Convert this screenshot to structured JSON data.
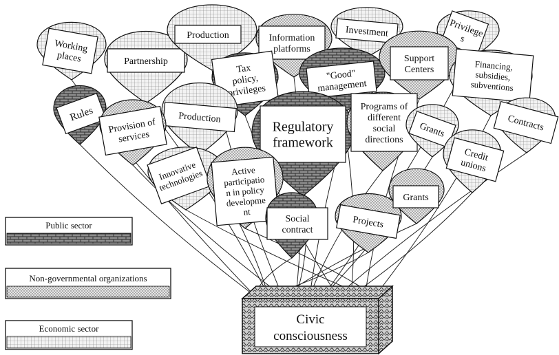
{
  "diagram": {
    "base_label": [
      "Civic",
      "consciousness"
    ],
    "legend": [
      {
        "label": "Public sector",
        "pattern": "brick"
      },
      {
        "label": "Non-governmental organizations",
        "pattern": "dots"
      },
      {
        "label": "Economic sector",
        "pattern": "grid"
      }
    ],
    "balloons": [
      {
        "id": "working-places",
        "lines": [
          "Working",
          "places"
        ],
        "pattern": "grid"
      },
      {
        "id": "partnership",
        "lines": [
          "Partnership"
        ],
        "pattern": "grid"
      },
      {
        "id": "production-top",
        "lines": [
          "Production"
        ],
        "pattern": "grid"
      },
      {
        "id": "information-platforms",
        "lines": [
          "Information",
          "platforms"
        ],
        "pattern": "dots"
      },
      {
        "id": "investment",
        "lines": [
          "Investment"
        ],
        "pattern": "grid"
      },
      {
        "id": "privileges-top",
        "lines": [
          "Privilege",
          "s"
        ],
        "pattern": "grid"
      },
      {
        "id": "tax-policy",
        "lines": [
          "Tax",
          "policy,",
          "privileges"
        ],
        "pattern": "brick"
      },
      {
        "id": "good-management",
        "lines": [
          "\"Good\"",
          "management"
        ],
        "pattern": "brick"
      },
      {
        "id": "support-centers",
        "lines": [
          "Support",
          "Centers"
        ],
        "pattern": "dots"
      },
      {
        "id": "financing",
        "lines": [
          "Financing,",
          "subsidies,",
          "subventions"
        ],
        "pattern": "grid"
      },
      {
        "id": "rules",
        "lines": [
          "Rules"
        ],
        "pattern": "brick"
      },
      {
        "id": "production-mid",
        "lines": [
          "Production"
        ],
        "pattern": "grid"
      },
      {
        "id": "provision-of-services",
        "lines": [
          "Provision of",
          "services"
        ],
        "pattern": "dots"
      },
      {
        "id": "regulatory-framework",
        "lines": [
          "Regulatory",
          "framework"
        ],
        "pattern": "brick"
      },
      {
        "id": "programs",
        "lines": [
          "Programs of",
          "different",
          "social",
          "directions"
        ],
        "pattern": "dots"
      },
      {
        "id": "grants-right",
        "lines": [
          "Grants"
        ],
        "pattern": "grid"
      },
      {
        "id": "contracts",
        "lines": [
          "Contracts"
        ],
        "pattern": "grid"
      },
      {
        "id": "credit-unions",
        "lines": [
          "Credit",
          "unions"
        ],
        "pattern": "grid"
      },
      {
        "id": "innovative-technologies",
        "lines": [
          "Innovative",
          "technologies"
        ],
        "pattern": "grid"
      },
      {
        "id": "active-participation",
        "lines": [
          "Active",
          "participatio",
          "n in policy",
          "developme",
          "nt"
        ],
        "pattern": "dots"
      },
      {
        "id": "social-contract",
        "lines": [
          "Social",
          "contract"
        ],
        "pattern": "brick"
      },
      {
        "id": "projects",
        "lines": [
          "Projects"
        ],
        "pattern": "dots"
      },
      {
        "id": "grants-low",
        "lines": [
          "Grants"
        ],
        "pattern": "dots"
      }
    ]
  }
}
